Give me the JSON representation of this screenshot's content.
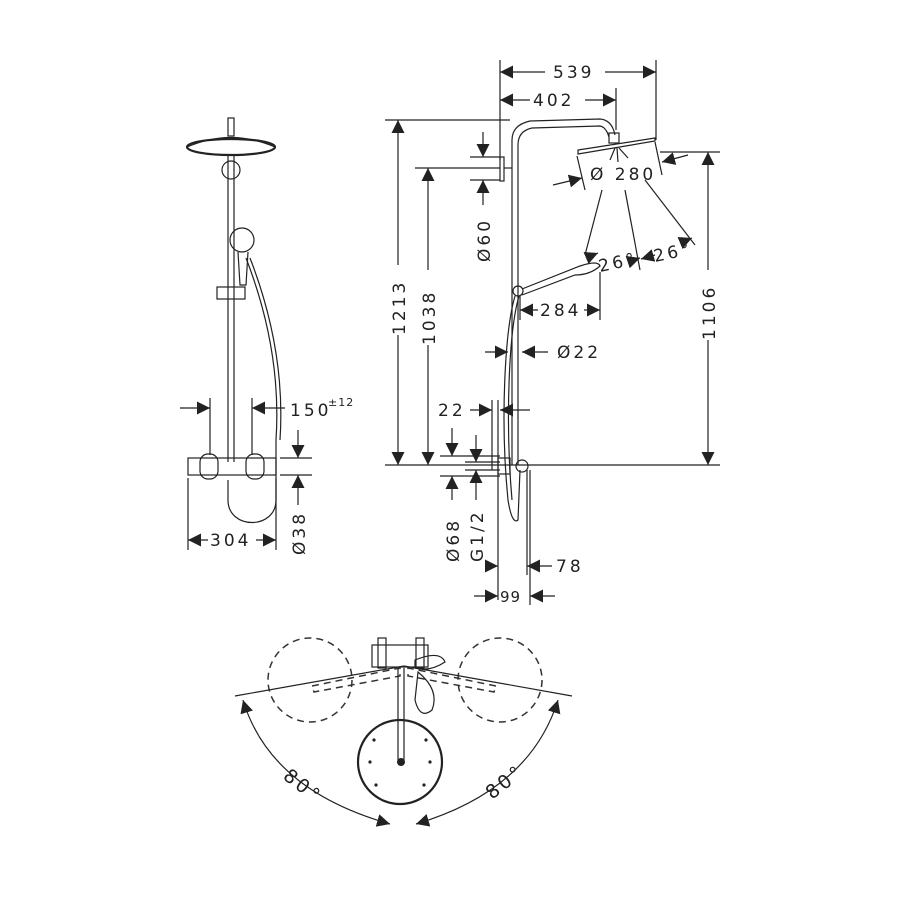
{
  "drawing": {
    "front_view": {
      "spacing": "150",
      "spacing_tolerance": "±12",
      "width": "304",
      "thermostat_diameter": "Ø38"
    },
    "side_view": {
      "overall_projection": "539",
      "arm_projection": "402",
      "head_diameter": "Ø 280",
      "tilt_left": "26°",
      "tilt_right": "26°",
      "holder_diameter": "Ø60",
      "total_height": "1213",
      "holder_height": "1038",
      "head_height": "1106",
      "hand_shower_length": "284",
      "rod_diameter": "Ø22",
      "rod_offset": "22",
      "rosette_diameter": "Ø68",
      "connection": "G1/2",
      "depth_78": "78",
      "depth_99": "99"
    },
    "top_view": {
      "rotation_left": "80°",
      "rotation_right": "80°"
    }
  }
}
